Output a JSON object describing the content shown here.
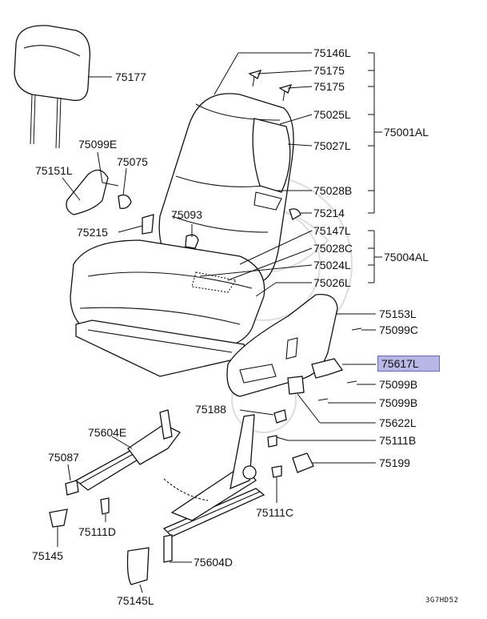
{
  "diagram": {
    "code": "3G7HD52",
    "highlight_color": "#b9b7e6",
    "labels": {
      "l75177": "75177",
      "l75146L": "75146L",
      "l75175a": "75175",
      "l75175b": "75175",
      "l75025L": "75025L",
      "l75027L": "75027L",
      "l75001AL": "75001AL",
      "l75028B": "75028B",
      "l75214": "75214",
      "l75099E": "75099E",
      "l75151L": "75151L",
      "l75075": "75075",
      "l75093": "75093",
      "l75215": "75215",
      "l75147L": "75147L",
      "l75028C": "75028C",
      "l75024L": "75024L",
      "l75004AL": "75004AL",
      "l75026L": "75026L",
      "l75153L": "75153L",
      "l75099C": "75099C",
      "l75617L": "75617L",
      "l75099Ba": "75099B",
      "l75099Bb": "75099B",
      "l75622L": "75622L",
      "l75188": "75188",
      "l75111B": "75111B",
      "l75604E": "75604E",
      "l75087": "75087",
      "l75199": "75199",
      "l75111C": "75111C",
      "l75111D": "75111D",
      "l75145": "75145",
      "l75604D": "75604D",
      "l75145L": "75145L"
    }
  }
}
